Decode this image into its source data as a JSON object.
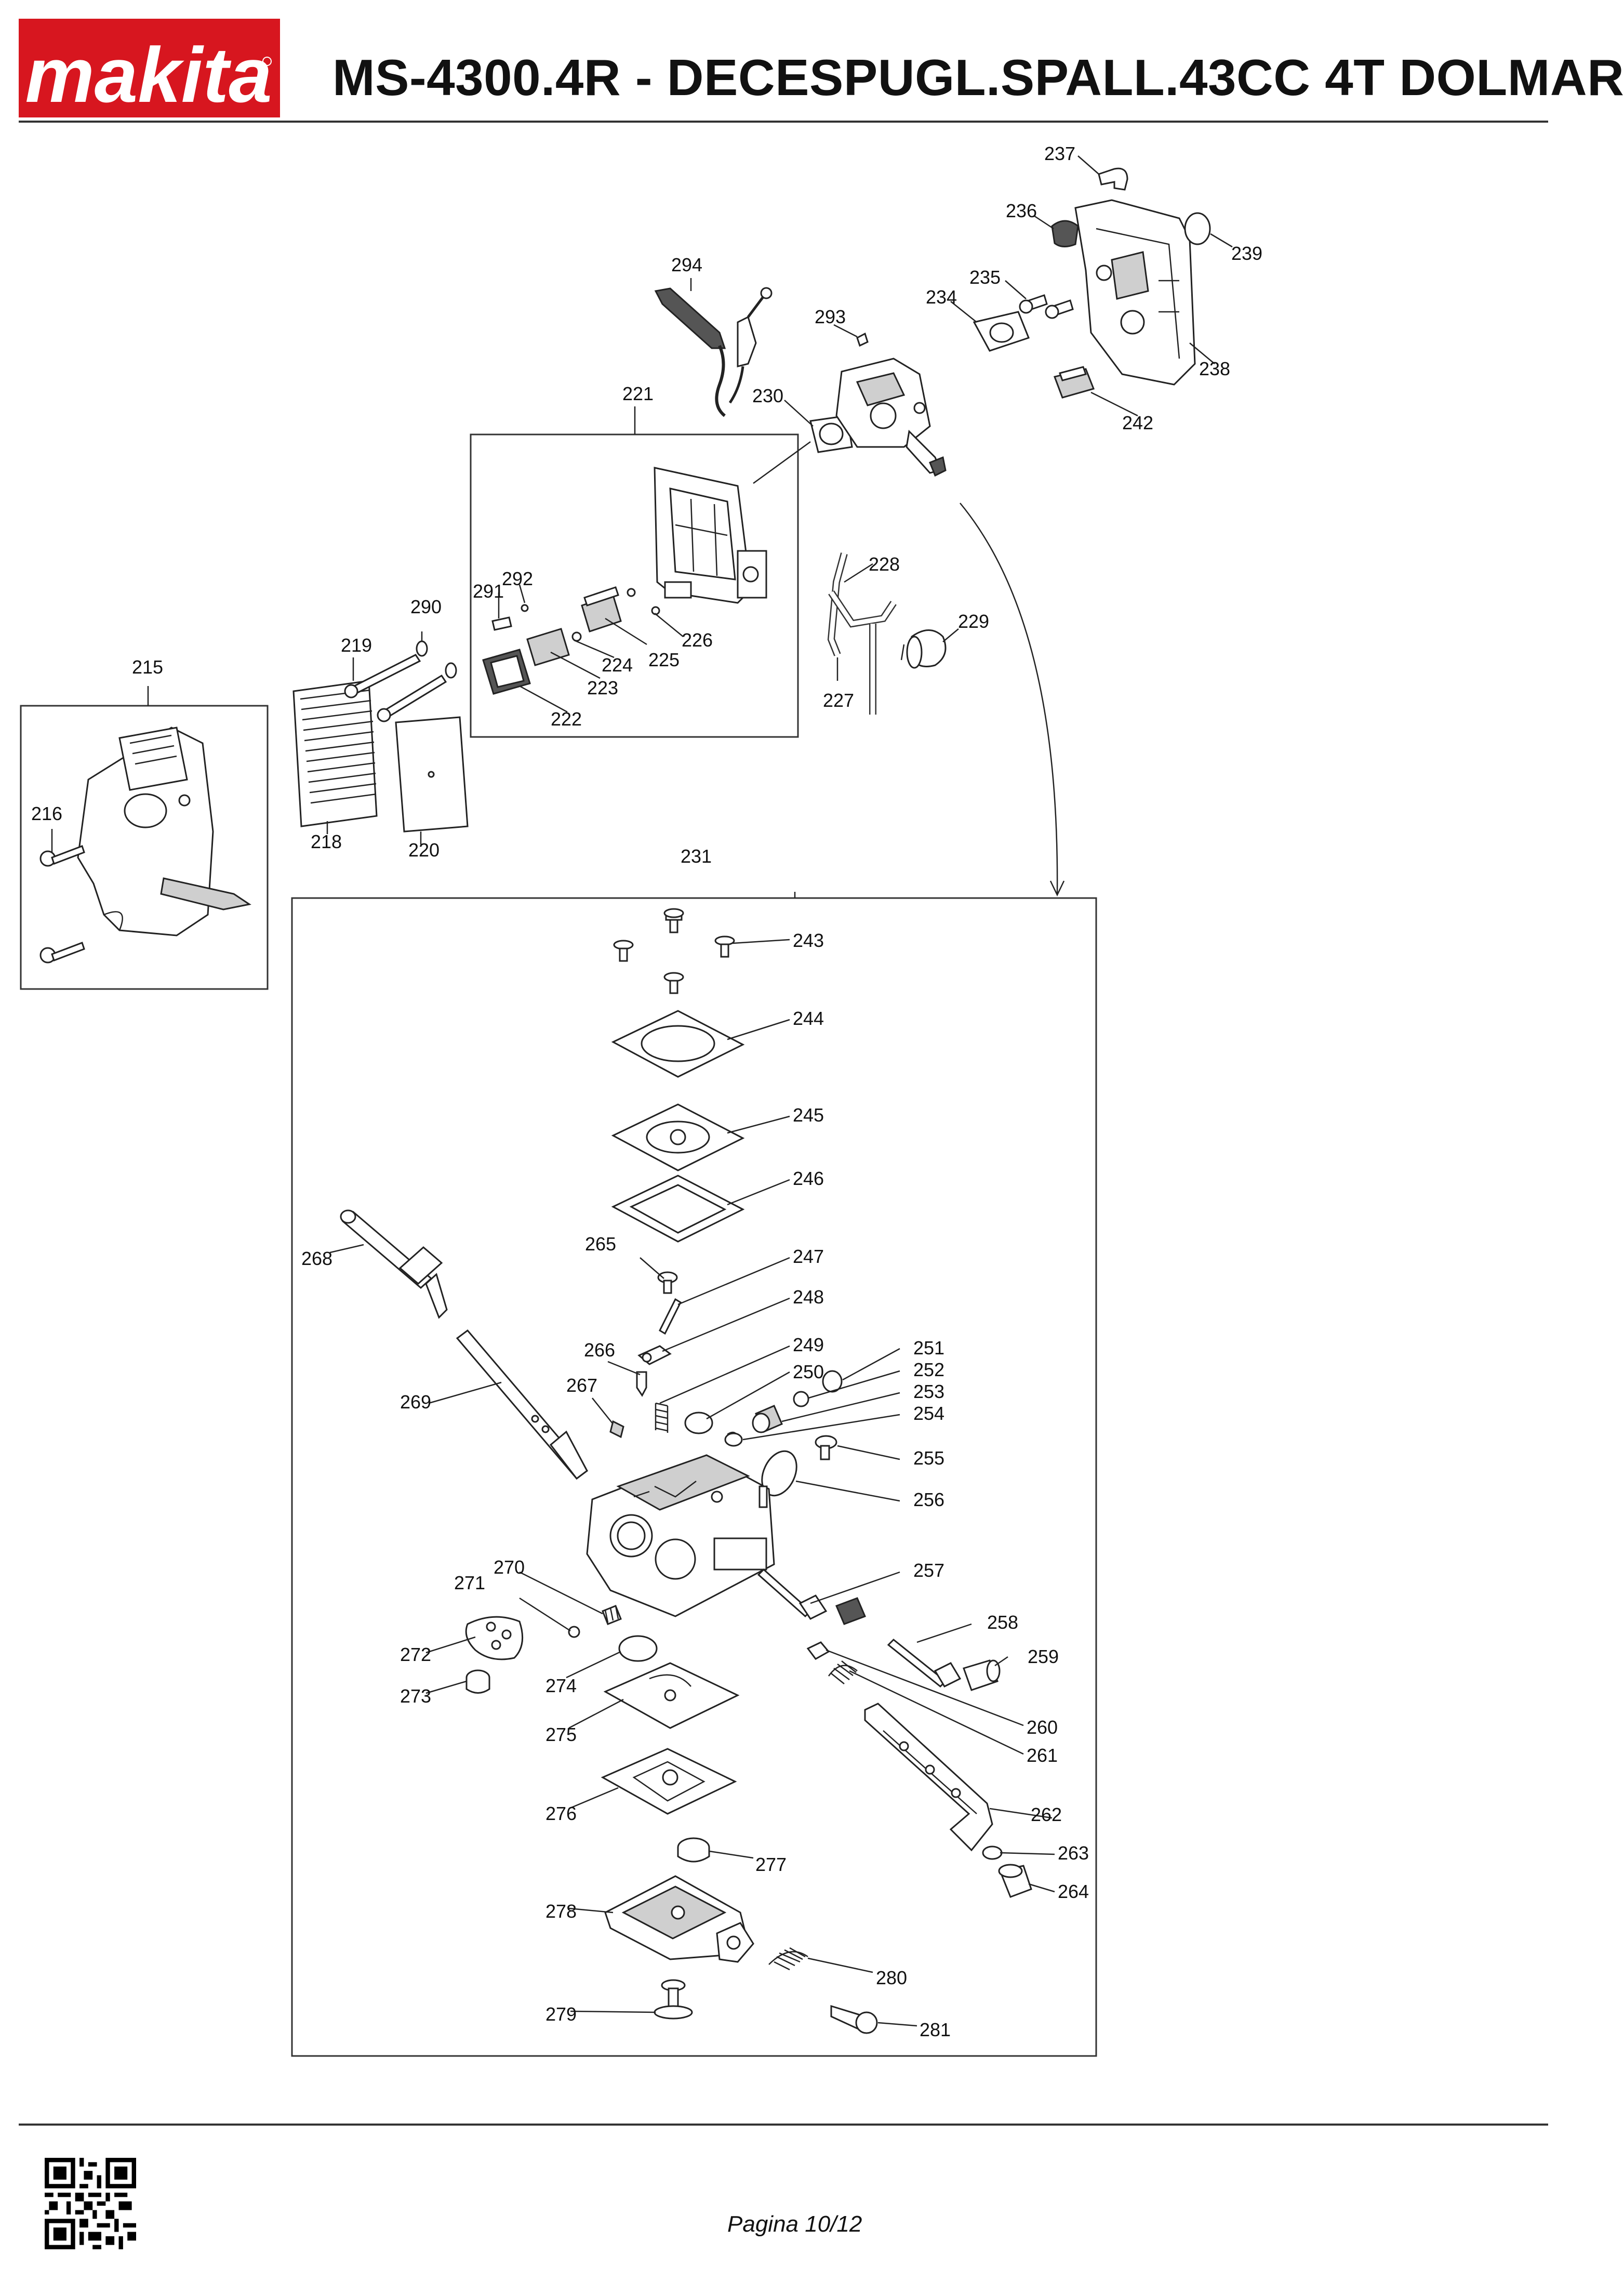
{
  "header": {
    "brand": "makita",
    "title": "MS-4300.4R - DECESPUGL.SPALL.43CC 4T DOLMAR",
    "brand_color": "#d7161f"
  },
  "diagram": {
    "part_labels": [
      {
        "id": "215"
      },
      {
        "id": "216"
      },
      {
        "id": "218"
      },
      {
        "id": "219"
      },
      {
        "id": "220"
      },
      {
        "id": "221"
      },
      {
        "id": "222"
      },
      {
        "id": "223"
      },
      {
        "id": "224"
      },
      {
        "id": "225"
      },
      {
        "id": "226"
      },
      {
        "id": "227"
      },
      {
        "id": "228"
      },
      {
        "id": "229"
      },
      {
        "id": "230"
      },
      {
        "id": "231"
      },
      {
        "id": "234"
      },
      {
        "id": "235"
      },
      {
        "id": "236"
      },
      {
        "id": "237"
      },
      {
        "id": "238"
      },
      {
        "id": "239"
      },
      {
        "id": "242"
      },
      {
        "id": "243"
      },
      {
        "id": "244"
      },
      {
        "id": "245"
      },
      {
        "id": "246"
      },
      {
        "id": "247"
      },
      {
        "id": "248"
      },
      {
        "id": "249"
      },
      {
        "id": "250"
      },
      {
        "id": "251"
      },
      {
        "id": "252"
      },
      {
        "id": "253"
      },
      {
        "id": "254"
      },
      {
        "id": "255"
      },
      {
        "id": "256"
      },
      {
        "id": "257"
      },
      {
        "id": "258"
      },
      {
        "id": "259"
      },
      {
        "id": "260"
      },
      {
        "id": "261"
      },
      {
        "id": "262"
      },
      {
        "id": "263"
      },
      {
        "id": "264"
      },
      {
        "id": "265"
      },
      {
        "id": "266"
      },
      {
        "id": "267"
      },
      {
        "id": "268"
      },
      {
        "id": "269"
      },
      {
        "id": "270"
      },
      {
        "id": "271"
      },
      {
        "id": "272"
      },
      {
        "id": "273"
      },
      {
        "id": "274"
      },
      {
        "id": "275"
      },
      {
        "id": "276"
      },
      {
        "id": "277"
      },
      {
        "id": "278"
      },
      {
        "id": "279"
      },
      {
        "id": "280"
      },
      {
        "id": "281"
      },
      {
        "id": "290"
      },
      {
        "id": "291"
      },
      {
        "id": "292"
      },
      {
        "id": "293"
      },
      {
        "id": "294"
      }
    ]
  },
  "footer": {
    "page": "Pagina 10/12",
    "qr_icon": "qr-code-icon"
  }
}
